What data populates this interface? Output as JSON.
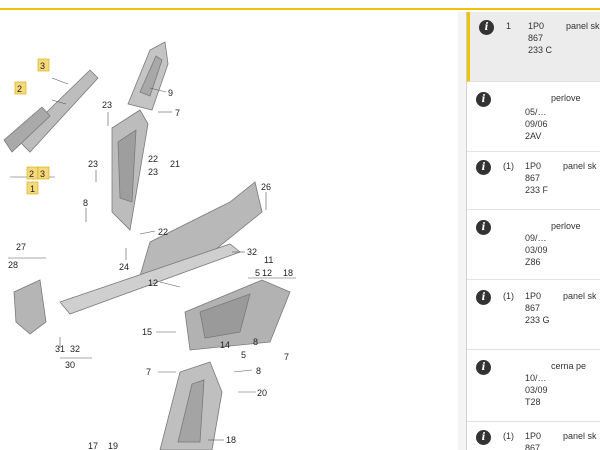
{
  "diagram": {
    "callouts": [
      "3",
      "2",
      "2",
      "3",
      "1",
      "23",
      "9",
      "7",
      "23",
      "22",
      "21",
      "23",
      "8",
      "26",
      "22",
      "24",
      "32",
      "11",
      "5",
      "12",
      "18",
      "27",
      "28",
      "12",
      "15",
      "8",
      "7",
      "14",
      "5",
      "31",
      "32",
      "30",
      "7",
      "8",
      "20",
      "18",
      "17",
      "19"
    ],
    "highlighted_callouts": [
      "3",
      "2",
      "2",
      "3",
      "1"
    ]
  },
  "parts_list": {
    "rows": [
      {
        "qty": "1",
        "part_number": "1P0 867 233 C",
        "description": "panel sk",
        "selected": true
      },
      {
        "qty": "",
        "dates": "05/… 09/06 2AV",
        "description": "perlove",
        "selected": false
      },
      {
        "qty": "(1)",
        "part_number": "1P0 867 233 F",
        "description": "panel sk",
        "selected": false
      },
      {
        "qty": "",
        "dates": "09/… 03/09 Z86",
        "description": "perlove",
        "selected": false
      },
      {
        "qty": "(1)",
        "part_number": "1P0 867 233 G",
        "description": "panel sk",
        "selected": false
      },
      {
        "qty": "",
        "dates": "10/… 03/09 T28",
        "description": "cerna pe",
        "selected": false
      },
      {
        "qty": "(1)",
        "part_number": "1P0 867",
        "description": "panel sk",
        "selected": false
      }
    ],
    "info_icon": "info-icon"
  }
}
